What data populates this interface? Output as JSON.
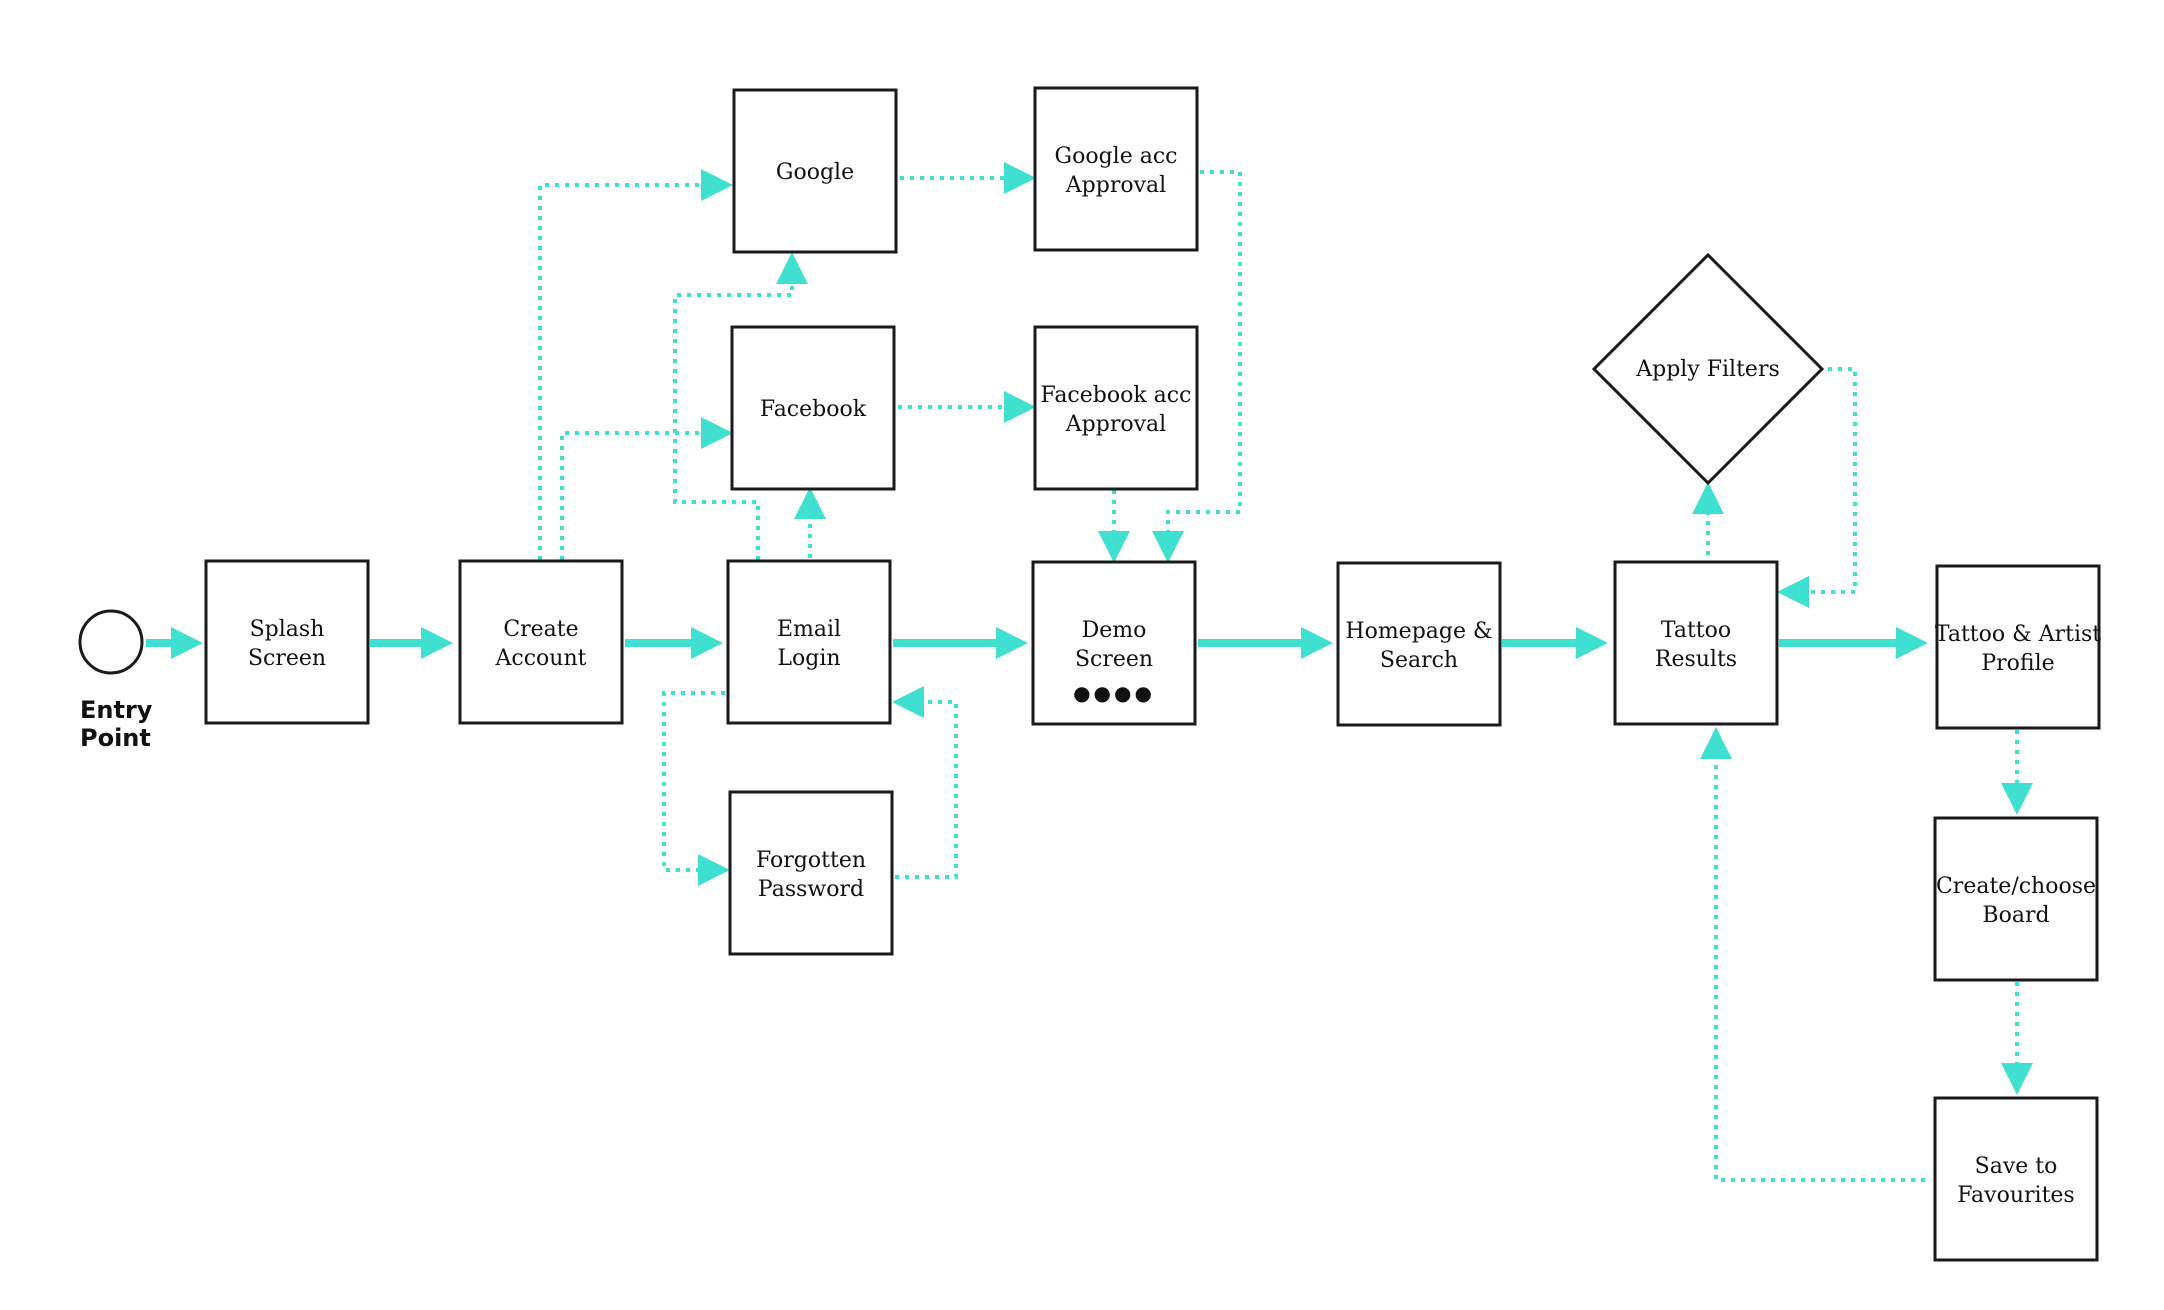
{
  "colors": {
    "connector": "#40e0d0",
    "box_border": "#1a1a1a",
    "text": "#111111"
  },
  "entry": {
    "line1": "Entry",
    "line2": "Point"
  },
  "nodes": {
    "splash": {
      "line1": "Splash",
      "line2": "Screen"
    },
    "create_account": {
      "line1": "Create",
      "line2": "Account"
    },
    "email_login": {
      "line1": "Email",
      "line2": "Login"
    },
    "google": {
      "line1": "Google"
    },
    "google_approval": {
      "line1": "Google acc",
      "line2": "Approval"
    },
    "facebook": {
      "line1": "Facebook"
    },
    "facebook_approval": {
      "line1": "Facebook acc",
      "line2": "Approval"
    },
    "forgotten_password": {
      "line1": "Forgotten",
      "line2": "Password"
    },
    "demo": {
      "line1": "Demo",
      "line2": "Screen",
      "indicator": "●●●●"
    },
    "homepage": {
      "line1": "Homepage &",
      "line2": "Search"
    },
    "tattoo_results": {
      "line1": "Tattoo",
      "line2": "Results"
    },
    "apply_filters": {
      "line1": "Apply Filters"
    },
    "tattoo_artist_profile": {
      "line1": "Tattoo & Artist",
      "line2": "Profile"
    },
    "create_board": {
      "line1": "Create/choose",
      "line2": "Board"
    },
    "save_favourites": {
      "line1": "Save to",
      "line2": "Favourites"
    }
  }
}
